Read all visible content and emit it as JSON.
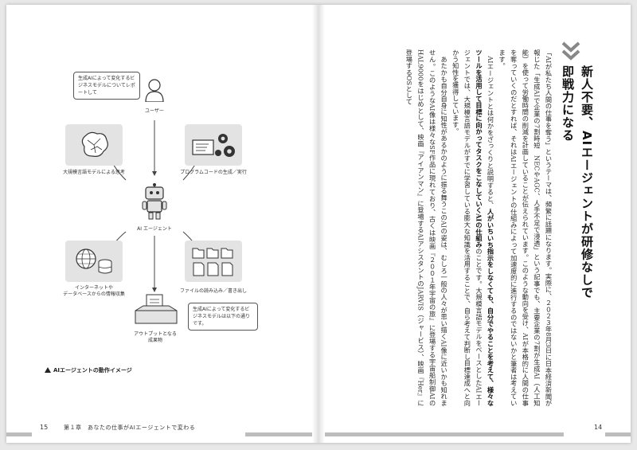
{
  "left_page": {
    "diagram": {
      "user_bubble": "生成AIによって変化するビジネスモデルについてレポートして",
      "user_label": "ユーザー",
      "llm_label": "大規模言語モデルによる思考",
      "code_label": "プログラムコードの生成／実行",
      "agent_label": "AI エージェント",
      "internet_label_1": "インターネットや",
      "internet_label_2": "データベースからの情報収集",
      "files_label": "ファイルの読み込み／書き出し",
      "output_label_1": "アウトプットとなる",
      "output_label_2": "成果物",
      "output_bubble": "生成AIによって変化するビジネスモデルは以下の通りです。"
    },
    "caption": "AIエージェントの動作イメージ",
    "page_number": "15",
    "chapter": "第１章　あなたの仕事がAIエージェントで変わる"
  },
  "right_page": {
    "heading_1": "新人不要、",
    "heading_2": "AIエージェントが研修なしで",
    "heading_3": "即戦力になる",
    "paragraphs": [
      "「AIが私たち人間の仕事を奪う」というテーマは、頻繁に話題になります。実際に、２０２３年8月3日に日本経済新聞が報じた「生成AIで企業の7割時短　NECやAGC、人手不足で浸透」という記事でも、主要企業の7割が生成AI（人工知能）を使って労働時間の削減を計画していることが伝えられています。このような動向を受け、AIが本格的に人間の仕事を奪っていくのだとすれば、それはAIエージェントの仕組みによって加速度的に進行するのではないかと筆者は考えています。",
      "AIエージェントとは何かをざっくりと説明すると、",
      "人がいちいち指示をしなくても、自分でやることを考えて、様々なツールを活用して目標に向かってタスクをこなしていくAIの仕組み",
      "のことです。大規模言語モデルをベースとしたAIエージェントでは、大規模言語モデルがすでに学習している膨大な知識を活用することで、自ら考えて判断し目標達成へと向かう知性を獲得しています。",
      "あたかも自分自身に知性があるかのように振る舞うこのAIの姿は、むしろ一般の人々が思い描くAI像に近いかも知れません。このようなAI像は様々なSF作品に現れており、古くは映画『２００１年宇宙の旅』に登場する宇宙船制御AIのHAL9000をはじめとして、映画『アイアンマン』に登場するAIアシスタントのJARVIS（ジャービス）、映画『Her』に登場するOSとして"
    ],
    "page_number": "14"
  }
}
